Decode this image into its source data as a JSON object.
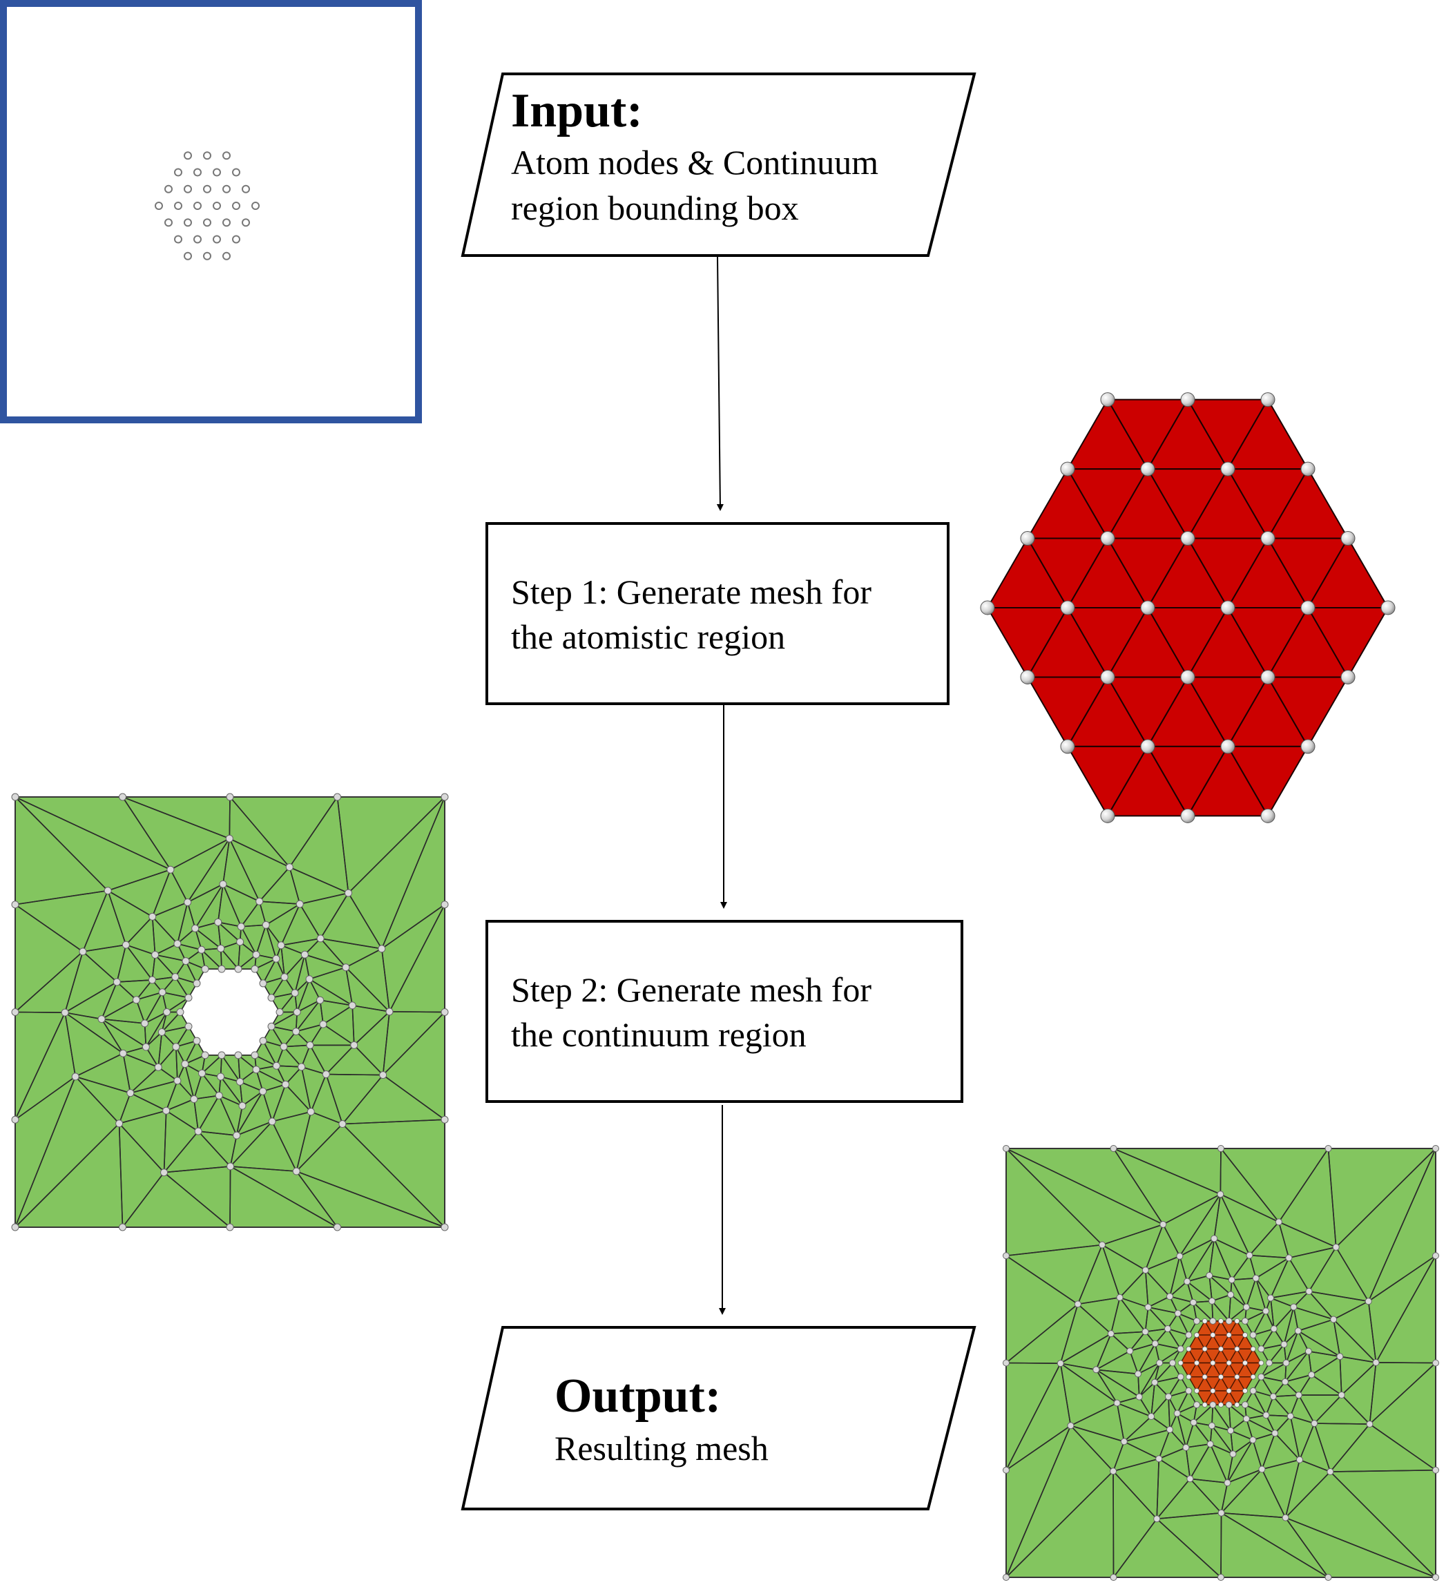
{
  "input": {
    "title": "Input:",
    "line1": "Atom nodes & Continuum",
    "line2": "region bounding box"
  },
  "step1": {
    "line1": "Step 1: Generate mesh for",
    "line2": "the atomistic region"
  },
  "step2": {
    "line1": "Step 2: Generate mesh for",
    "line2": "the continuum region"
  },
  "output": {
    "title": "Output:",
    "line1": "Resulting mesh"
  },
  "colors": {
    "frame_border": "#2f54a0",
    "atom_red": "#cc0000",
    "continuum_green": "#83c55f",
    "core_orange": "#d94a10",
    "node_fill": "#d9d9d9",
    "line": "#000000"
  }
}
